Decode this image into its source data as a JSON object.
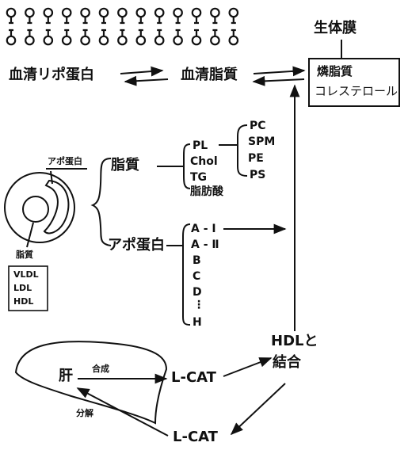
{
  "membrane_label": "生体膜",
  "membrane_box": {
    "line1": "燐脂質",
    "line2": "コレステロール"
  },
  "serum_lipoprotein": "血清リポ蛋白",
  "serum_lipid": "血清脂質",
  "particle": {
    "apoprotein_label": "アポ蛋白",
    "lipid_label": "脂質",
    "classes": [
      "VLDL",
      "LDL",
      "HDL"
    ]
  },
  "branches": {
    "lipid": "脂質",
    "apoprotein": "アポ蛋白"
  },
  "lipid_components": [
    "PL",
    "Chol",
    "TG",
    "脂肪酸"
  ],
  "phospholipids": [
    "PC",
    "SPM",
    "PE",
    "PS"
  ],
  "apoproteins": [
    "A - Ⅰ",
    "A - Ⅱ",
    "B",
    "C",
    "D",
    "⋮",
    "H"
  ],
  "hdl_binding": {
    "line1": "HDLと",
    "line2": "結合"
  },
  "liver": {
    "label": "肝",
    "synthesis": "合成",
    "degradation": "分解",
    "lcat_top": "L-CAT",
    "lcat_bottom": "L-CAT"
  }
}
